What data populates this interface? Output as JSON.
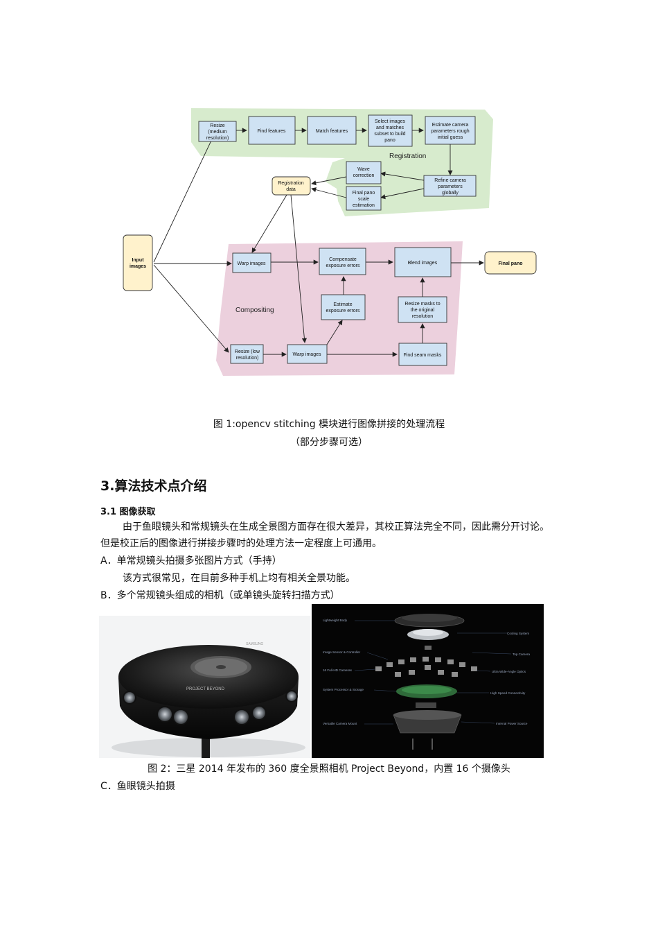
{
  "diagram": {
    "groups": {
      "registration": "Registration",
      "compositing": "Compositing"
    },
    "nodes": {
      "resize_medium": [
        "Resize",
        "(medium",
        "resolution)"
      ],
      "find_features": [
        "Find features"
      ],
      "match_features": [
        "Match features"
      ],
      "select_images": [
        "Select images",
        "and matches",
        "subset to build",
        "pano"
      ],
      "estimate_camera": [
        "Estimate camera",
        "parameters rough",
        "initial guess"
      ],
      "wave_correction": [
        "Wave",
        "correction"
      ],
      "final_pano_scale": [
        "Final pano",
        "scale",
        "estimation"
      ],
      "refine_camera": [
        "Refine camera",
        "parameters",
        "globally"
      ],
      "registration_data": [
        "Registration",
        "data"
      ],
      "input_images": [
        "Input",
        "images"
      ],
      "warp_images_top": [
        "Warp images"
      ],
      "compensate": [
        "Compensate",
        "exposure errors"
      ],
      "blend_images": [
        "Blend images"
      ],
      "final_pano": [
        "Final pano"
      ],
      "estimate_exposure": [
        "Estimate",
        "exposure errors"
      ],
      "resize_masks": [
        "Resize masks to",
        "the original",
        "resolution"
      ],
      "resize_low": [
        "Resize (low",
        "resolution)"
      ],
      "warp_images_bottom": [
        "Warp images"
      ],
      "find_seam": [
        "Find seam masks"
      ]
    }
  },
  "figure1": {
    "caption_line1": "图 1:opencv stitching 模块进行图像拼接的处理流程",
    "caption_line2": "（部分步骤可选）"
  },
  "section3": {
    "title": "3.算法技术点介绍",
    "sub31": "3.1 图像获取",
    "para1": "由于鱼眼镜头和常规镜头在生成全景图方面存在很大差异，其校正算法完全不同，因此需分开讨论。",
    "para2": "但是校正后的图像进行拼接步骤时的处理方法一定程度上可通用。",
    "itemA": "A．单常规镜头拍摄多张图片方式（手持）",
    "itemA_desc": "该方式很常见，在目前多种手机上均有相关全景功能。",
    "itemB": "B．多个常规镜头组成的相机（或单镜头旋转扫描方式）",
    "itemC": "C．鱼眼镜头拍摄"
  },
  "figure2": {
    "caption": "图 2：三星 2014 年发布的 360 度全景照相机 Project Beyond，内置 16 个摄像头",
    "camera_brand": "PROJECT BEYOND",
    "camera_top_label": "SAMSUNG",
    "labels_left": [
      "Lightweight Body",
      "Image Sensor & Controller",
      "16 Full-HD Cameras",
      "System Processor & Storage",
      "Versatile Camera Mount"
    ],
    "labels_right": [
      "Cooling System",
      "Top Camera",
      "Ultra Wide-Angle Optics",
      "High Speed Connectivity",
      "Internal Power Source"
    ]
  }
}
